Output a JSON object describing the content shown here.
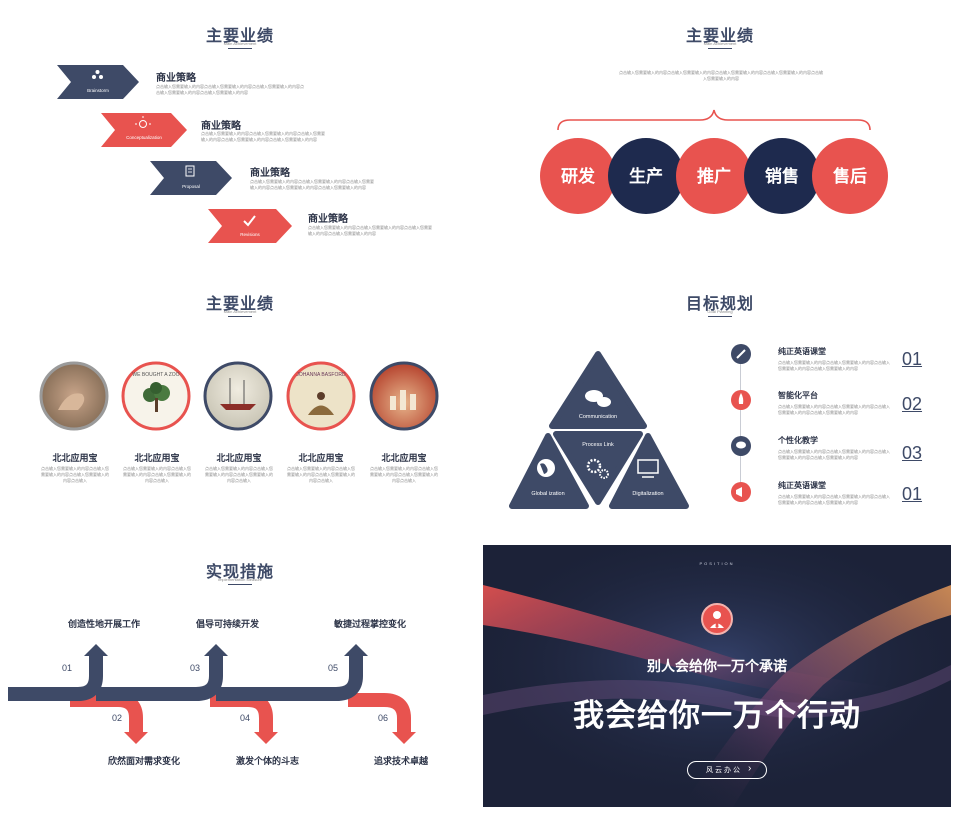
{
  "colors": {
    "navy": "#3e4a67",
    "deep": "#1e2a4e",
    "red": "#e8534f",
    "grey": "#8a8a8a"
  },
  "p1": {
    "title": "主要业绩",
    "subtitle": "Main Achievement",
    "steps": [
      {
        "tag": "Brainstorm",
        "icon": "drops-icon",
        "heading": "商业策略",
        "text": "点击输入您需要输入的内容点击输入您需要输入的内容点击输入您需要输入的内容点击输入您需要输入的内容点击输入您需要输入的内容"
      },
      {
        "tag": "Conceptualization",
        "icon": "sun-icon",
        "heading": "商业策略",
        "text": "点击输入您需要输入的内容点击输入您需要输入的内容点击输入您需要输入的内容点击输入您需要输入的内容点击输入您需要输入的内容"
      },
      {
        "tag": "Proposal",
        "icon": "document-icon",
        "heading": "商业策略",
        "text": "点击输入您需要输入的内容点击输入您需要输入的内容点击输入您需要输入的内容点击输入您需要输入的内容点击输入您需要输入的内容"
      },
      {
        "tag": "Revisions",
        "icon": "check-icon",
        "heading": "商业策略",
        "text": "点击输入您需要输入的内容点击输入您需要输入的内容点击输入您需要输入的内容点击输入您需要输入的内容"
      }
    ]
  },
  "p2": {
    "title": "主要业绩",
    "subtitle": "Main Achievement",
    "text": "点击输入您需要输入的内容点击输入您需要输入的内容点击输入您需要输入的内容点击输入您需要输入的内容点击输入您需要输入的内容",
    "circles": [
      "研发",
      "生产",
      "推广",
      "销售",
      "售后"
    ]
  },
  "p3": {
    "title": "主要业绩",
    "subtitle": "Main Achievement",
    "items": [
      {
        "name": "北北应用宝",
        "text": "点击输入您需要输入的内容点击输入您需要输入的内容点击输入您需要输入的内容点击输入"
      },
      {
        "name": "北北应用宝",
        "text": "点击输入您需要输入的内容点击输入您需要输入的内容点击输入您需要输入的内容点击输入"
      },
      {
        "name": "北北应用宝",
        "text": "点击输入您需要输入的内容点击输入您需要输入的内容点击输入您需要输入的内容点击输入"
      },
      {
        "name": "北北应用宝",
        "text": "点击输入您需要输入的内容点击输入您需要输入的内容点击输入您需要输入的内容点击输入"
      },
      {
        "name": "北北应用宝",
        "text": "点击输入您需要输入的内容点击输入您需要输入的内容点击输入您需要输入的内容点击输入"
      }
    ],
    "book_titles": [
      "WE BOUGHT A ZOO",
      "JOHANNA BASFORD"
    ]
  },
  "p4": {
    "title": "目标规划",
    "subtitle": "Goal Planning",
    "triangles": {
      "top": "Communication",
      "left": "Global ization",
      "middle": "Process Link",
      "right": "Digitalization"
    },
    "list": [
      {
        "icon": "pen-icon",
        "title": "纯正英语课堂",
        "text": "点击输入您需要输入的内容点击输入您需要输入的内容点击输入您需要输入的内容点击输入您需要输入的内容",
        "num": "01"
      },
      {
        "icon": "rocket-icon",
        "title": "智能化平台",
        "text": "点击输入您需要输入的内容点击输入您需要输入的内容点击输入您需要输入的内容点击输入您需要输入的内容",
        "num": "02"
      },
      {
        "icon": "chat-icon",
        "title": "个性化教学",
        "text": "点击输入您需要输入的内容点击输入您需要输入的内容点击输入您需要输入的内容点击输入您需要输入的内容",
        "num": "03"
      },
      {
        "icon": "megaphone-icon",
        "title": "纯正英语课堂",
        "text": "点击输入您需要输入的内容点击输入您需要输入的内容点击输入您需要输入的内容点击输入您需要输入的内容",
        "num": "01"
      }
    ]
  },
  "p5": {
    "title": "实现措施",
    "subtitle": "Implementation Measure",
    "up": [
      {
        "num": "01",
        "label": "创造性地开展工作"
      },
      {
        "num": "03",
        "label": "倡导可持续开发"
      },
      {
        "num": "05",
        "label": "敏捷过程掌控变化"
      }
    ],
    "down": [
      {
        "num": "02",
        "label": "欣然面对需求变化"
      },
      {
        "num": "04",
        "label": "激发个体的斗志"
      },
      {
        "num": "06",
        "label": "追求技术卓越"
      }
    ]
  },
  "p6": {
    "position": "POSITION",
    "subtitle": "别人会给你一万个承诺",
    "title": "我会给你一万个行动",
    "button": "风云办公"
  }
}
